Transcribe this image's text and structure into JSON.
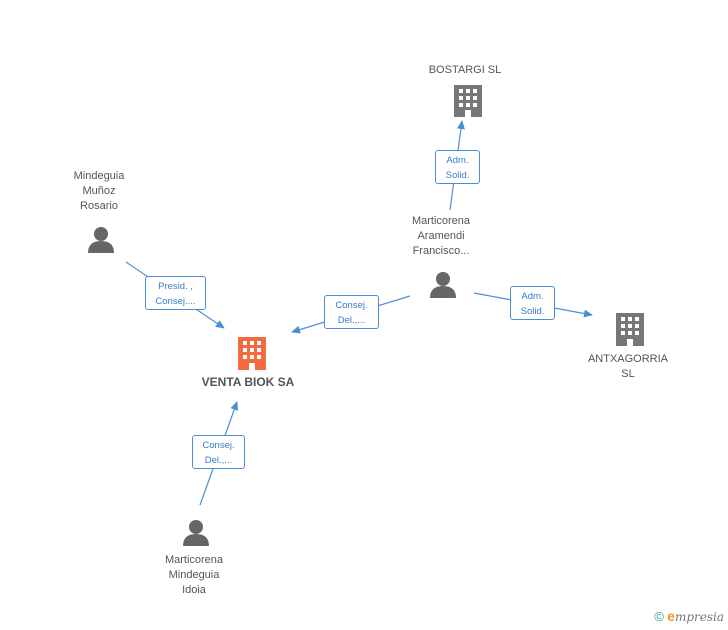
{
  "nodes": {
    "bostargi": {
      "label": "BOSTARGI SL",
      "type": "company"
    },
    "marticorena_aramendi": {
      "label": "Marticorena\nAramendi\nFrancisco...",
      "type": "person"
    },
    "mindeguia_munoz": {
      "label": "Mindeguia\nMuñoz\nRosario",
      "type": "person"
    },
    "venta_biok": {
      "label": "VENTA BIOK SA",
      "type": "company-main"
    },
    "antxagorria": {
      "label": "ANTXAGORRIA\nSL",
      "type": "company"
    },
    "marticorena_mindeguia": {
      "label": "Marticorena\nMindeguia\nIdoia",
      "type": "person"
    }
  },
  "relations": {
    "adm_bostargi": "Adm.\nSolid.",
    "presid": "Presid. ,\nConsej....",
    "consej_francisco": "Consej.\nDel.,...",
    "adm_antxagorria": "Adm.\nSolid.",
    "consej_idoia": "Consej.\nDel.,..."
  },
  "colors": {
    "edge": "#4a8fd6",
    "person_icon": "#666666",
    "company_icon": "#777777",
    "main_company_icon": "#f26a3d"
  },
  "footer": {
    "copyright_symbol": "©",
    "brand_initial": "e",
    "brand_rest": "mpresia"
  }
}
